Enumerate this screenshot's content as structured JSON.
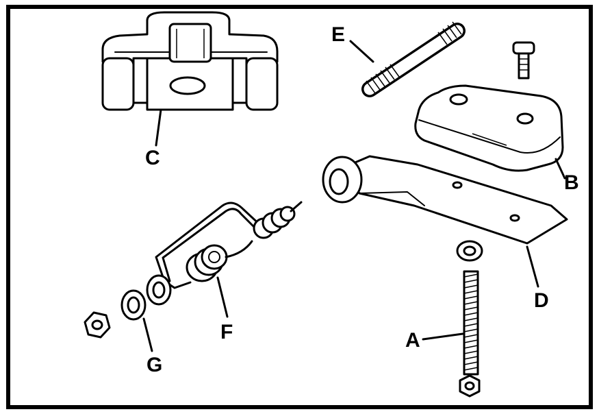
{
  "diagram": {
    "labels": {
      "A": "A",
      "B": "B",
      "C": "C",
      "D": "D",
      "E": "E",
      "F": "F",
      "G": "G"
    },
    "colors": {
      "ink": "#000000",
      "paper": "#ffffff"
    }
  }
}
